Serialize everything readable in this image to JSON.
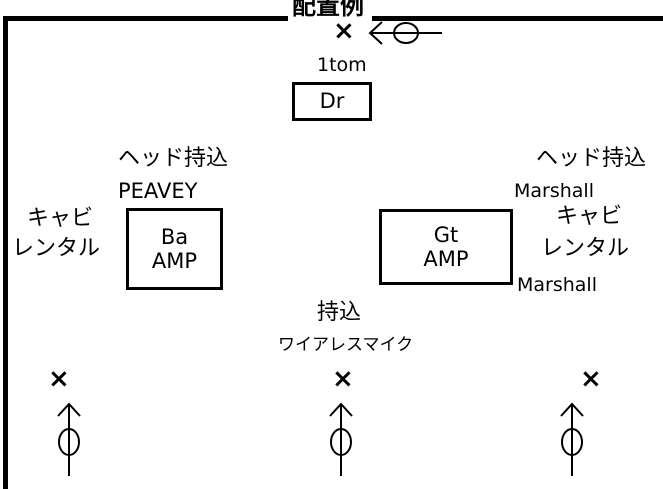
{
  "title": "配置例",
  "drum": {
    "count_label": "1tom",
    "label": "Dr"
  },
  "bass": {
    "head_note": "ヘッド持込",
    "head_brand": "PEAVEY",
    "cab_note_1": "キャビ",
    "cab_note_2": "レンタル",
    "amp_line1": "Ba",
    "amp_line2": "AMP"
  },
  "guitar": {
    "head_note": "ヘッド持込",
    "head_brand": "Marshall",
    "cab_note_1": "キャビ",
    "cab_note_2": "レンタル",
    "cab_brand": "Marshall",
    "amp_line1": "Gt",
    "amp_line2": "AMP"
  },
  "vocal": {
    "note_1": "持込",
    "note_2": "ワイアレスマイク"
  },
  "markers": {
    "x_symbol": "×"
  },
  "colors": {
    "line": "#000000",
    "background": "#ffffff"
  },
  "icons": [
    "mic-stand-icon",
    "monitor-position-icon"
  ]
}
